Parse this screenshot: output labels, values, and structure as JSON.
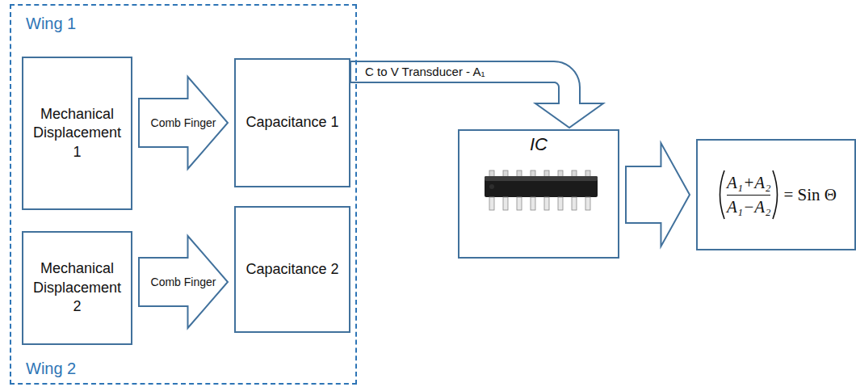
{
  "diagram": {
    "nodes": [
      {
        "text": [
          "Wing 1",
          "Wing 2"
        ]
      },
      {
        "text": [
          "Mechanical Displacement 1"
        ],
        "in": 0
      },
      {
        "text": [
          "Capacitance 1"
        ],
        "in": 0
      },
      {
        "text": [
          "Mechanical Displacement 2"
        ],
        "in": 0
      },
      {
        "text": [
          "Capacitance 2"
        ],
        "in": 0
      },
      {
        "text": [
          "IC"
        ]
      },
      {
        "text": [
          "A₁+A₂",
          "A₁−A₂",
          "= Sin Θ"
        ]
      }
    ],
    "edges": [
      {
        "from": 1,
        "to": 2,
        "label": "Comb Finger",
        "arrow": "to"
      },
      {
        "from": 3,
        "to": 4,
        "label": "Comb Finger",
        "arrow": "to"
      },
      {
        "from": 2,
        "to": 5,
        "label": "C to V Transducer - A₁",
        "arrow": "to"
      },
      {
        "from": 5,
        "to": 6,
        "arrow": "to"
      }
    ]
  }
}
